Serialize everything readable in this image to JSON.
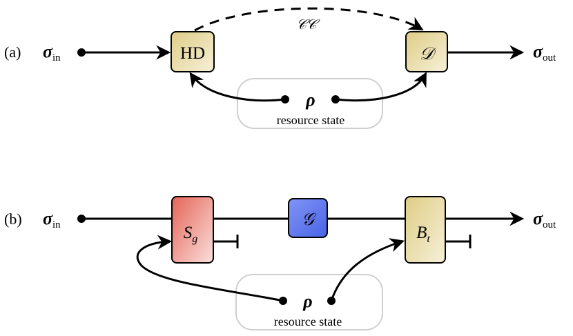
{
  "panel_a": {
    "tag": "(a)",
    "input": {
      "symbol": "σ",
      "sub": "in"
    },
    "output": {
      "symbol": "σ",
      "sub": "out"
    },
    "box_left": "HD",
    "box_right": "𝒟",
    "classical_channel": "𝒞𝒞",
    "resource": {
      "symbol": "ρ",
      "caption": "resource state"
    },
    "box_color": "#e2d39a"
  },
  "panel_b": {
    "tag": "(b)",
    "input": {
      "symbol": "σ",
      "sub": "in"
    },
    "output": {
      "symbol": "σ",
      "sub": "out"
    },
    "box_left": {
      "main": "S",
      "sub": "g",
      "color": "#e8736a"
    },
    "box_middle": {
      "main": "𝒢",
      "color": "#6f86f2"
    },
    "box_right": {
      "main": "B",
      "sub": "t",
      "color": "#e2d39a"
    },
    "resource": {
      "symbol": "ρ",
      "caption": "resource state"
    }
  }
}
